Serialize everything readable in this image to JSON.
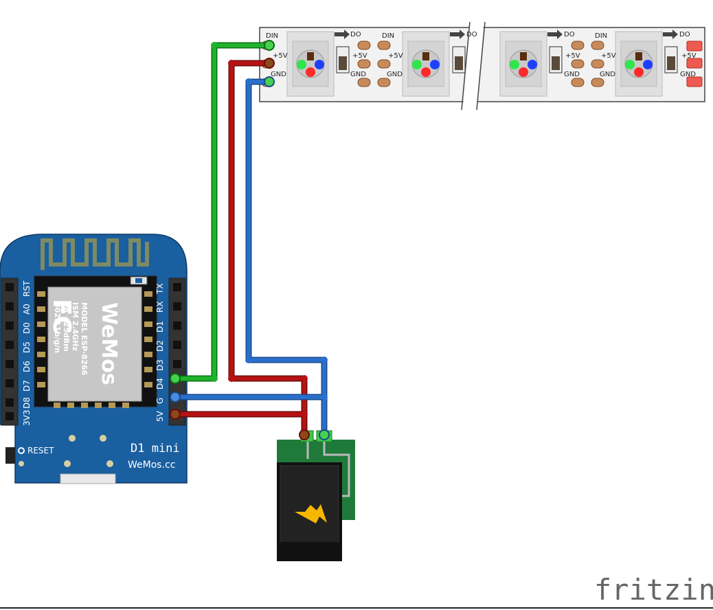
{
  "strip": {
    "pin_din": "DIN",
    "pin_5v": "+5V",
    "pin_gnd": "GND",
    "pin_do": "DO"
  },
  "board": {
    "left_pins": [
      "RST",
      "A0",
      "D0",
      "D5",
      "D6",
      "D7",
      "D8",
      "3V3"
    ],
    "right_pins": [
      "TX",
      "RX",
      "D1",
      "D2",
      "D3",
      "D4",
      "G",
      "5V"
    ],
    "module_brand": "WeMos",
    "module_specs": [
      "MODEL ESP-8266",
      "ISM 2.4GHz",
      "PA +25dBm",
      "802.11b/g/n"
    ],
    "fcc_mark": "FC",
    "reset_label": "RESET",
    "model_name": "D1 mini",
    "website": "WeMos.cc"
  },
  "power_jack": {
    "icon": "lightning-icon"
  },
  "brand": {
    "text": "fritzing"
  },
  "colors": {
    "data_wire": "#1fb32b",
    "power_wire": "#b51313",
    "ground_wire": "#2a6fcb",
    "board": "#1a5fa0",
    "pcb_green": "#1f7a3a"
  }
}
